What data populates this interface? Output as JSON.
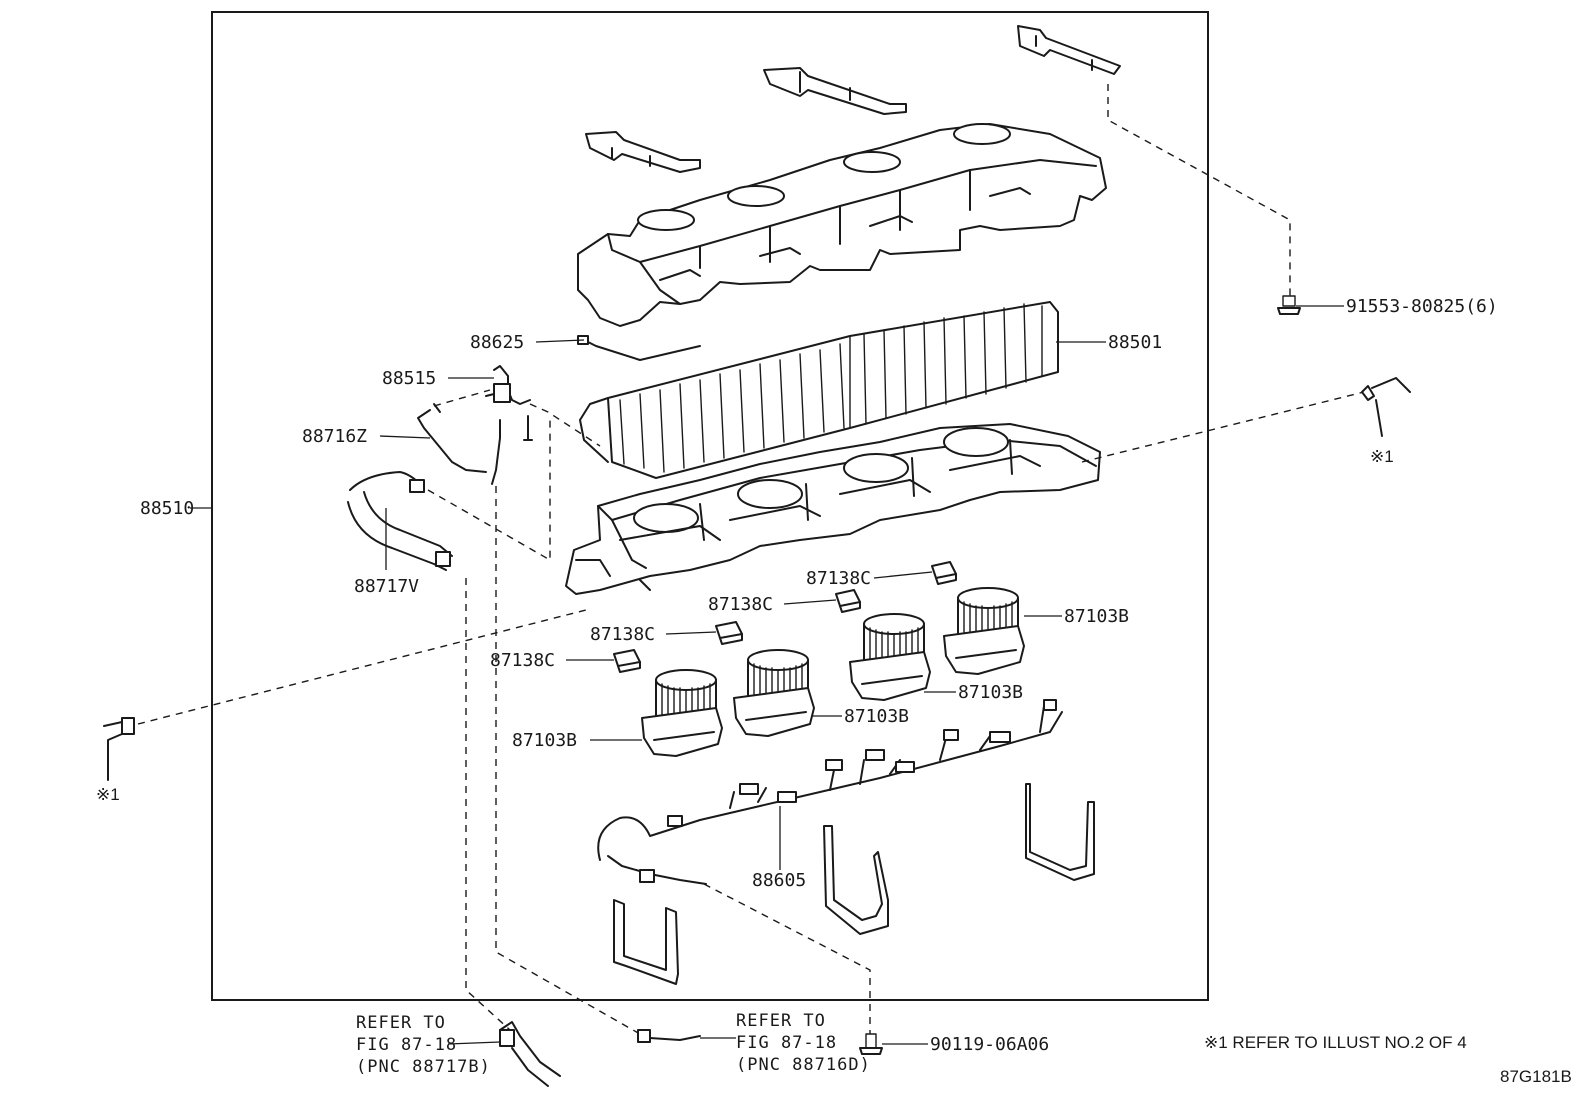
{
  "diagram": {
    "part_labels": [
      {
        "id": "p91553",
        "text": "91553-80825(6)"
      },
      {
        "id": "p88501",
        "text": "88501"
      },
      {
        "id": "p88625",
        "text": "88625"
      },
      {
        "id": "p88515",
        "text": "88515"
      },
      {
        "id": "p88716z",
        "text": "88716Z"
      },
      {
        "id": "p88510",
        "text": "88510"
      },
      {
        "id": "p88717v",
        "text": "88717V"
      },
      {
        "id": "p87138c_a",
        "text": "87138C"
      },
      {
        "id": "p87138c_b",
        "text": "87138C"
      },
      {
        "id": "p87138c_c",
        "text": "87138C"
      },
      {
        "id": "p87138c_d",
        "text": "87138C"
      },
      {
        "id": "p87103b_a",
        "text": "87103B"
      },
      {
        "id": "p87103b_b",
        "text": "87103B"
      },
      {
        "id": "p87103b_c",
        "text": "87103B"
      },
      {
        "id": "p87103b_d",
        "text": "87103B"
      },
      {
        "id": "p88605",
        "text": "88605"
      },
      {
        "id": "p90119",
        "text": "90119-06A06"
      }
    ],
    "ref_markers": {
      "right": "※1",
      "left": "※1"
    },
    "refer_left": {
      "line1": "REFER TO",
      "line2": "FIG 87-18",
      "line3": "(PNC 88717B)"
    },
    "refer_right": {
      "line1": "REFER TO",
      "line2": "FIG 87-18",
      "line3": "(PNC 88716D)"
    },
    "footnote": "※1 REFER TO ILLUST NO.2 OF 4",
    "illust_code": "87G181B"
  }
}
